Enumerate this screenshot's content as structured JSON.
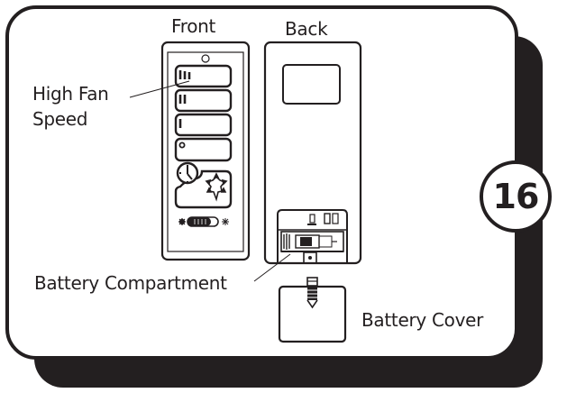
{
  "step": {
    "number": "16"
  },
  "views": {
    "front": {
      "title": "Front"
    },
    "back": {
      "title": "Back"
    }
  },
  "callouts": {
    "high_fan_speed": {
      "line1": "High Fan",
      "line2": "Speed"
    },
    "battery_compartment": "Battery Compartment",
    "battery_cover": "Battery Cover"
  },
  "remote_buttons": [
    {
      "name": "fan-speed-high",
      "symbol": "III"
    },
    {
      "name": "fan-speed-medium",
      "symbol": "II"
    },
    {
      "name": "fan-speed-low",
      "symbol": "I"
    },
    {
      "name": "fan-off",
      "symbol": "O"
    },
    {
      "name": "timer-light",
      "symbol": "clock+bulb"
    }
  ],
  "slider": {
    "left_symbol": "sun",
    "right_symbol": "snowflake"
  },
  "colors": {
    "ink": "#231f20",
    "paper": "#ffffff"
  }
}
